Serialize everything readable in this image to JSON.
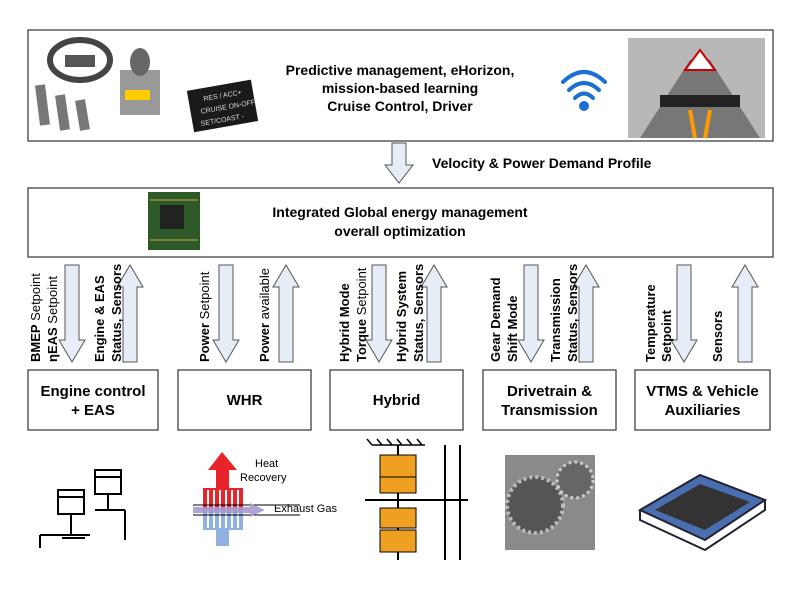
{
  "top": {
    "lines": [
      "Predictive management, eHorizon,",
      "mission-based learning",
      "Cruise Control, Driver"
    ],
    "cruise_panel_text": [
      "RES / ACC+",
      "CRUISE ON-OFF",
      "SET/COAST -"
    ]
  },
  "flow_label": "Velocity & Power Demand Profile",
  "middle": {
    "lines": [
      "Integrated Global energy management",
      "overall optimization"
    ]
  },
  "modules": [
    {
      "name": [
        "Engine control",
        "+ EAS"
      ],
      "down": [
        [
          {
            "t": "BMEP",
            "b": true
          },
          {
            "t": " Setpoint",
            "b": false
          }
        ],
        [
          {
            "t": "ηEAS",
            "b": true
          },
          {
            "t": " Setpoint",
            "b": false
          }
        ]
      ],
      "up": [
        [
          {
            "t": "Engine & EAS",
            "b": true
          }
        ],
        [
          {
            "t": "Status, Sensors",
            "b": true
          }
        ]
      ]
    },
    {
      "name": [
        "WHR"
      ],
      "down": [
        [
          {
            "t": "Power",
            "b": true
          },
          {
            "t": " Setpoint",
            "b": false
          }
        ]
      ],
      "up": [
        [
          {
            "t": "Power",
            "b": true
          },
          {
            "t": " available",
            "b": false
          }
        ]
      ]
    },
    {
      "name": [
        "Hybrid"
      ],
      "down": [
        [
          {
            "t": "Hybrid Mode",
            "b": true
          }
        ],
        [
          {
            "t": "Torque",
            "b": true
          },
          {
            "t": " Setpoint",
            "b": false
          }
        ]
      ],
      "up": [
        [
          {
            "t": "Hybrid System",
            "b": true
          }
        ],
        [
          {
            "t": "Status, Sensors",
            "b": true
          }
        ]
      ]
    },
    {
      "name": [
        "Drivetrain &",
        "Transmission"
      ],
      "down": [
        [
          {
            "t": "Gear Demand",
            "b": true
          }
        ],
        [
          {
            "t": "Shift Mode",
            "b": true
          }
        ]
      ],
      "up": [
        [
          {
            "t": "Transmission",
            "b": true
          }
        ],
        [
          {
            "t": "Status, Sensors",
            "b": true
          }
        ]
      ]
    },
    {
      "name": [
        "VTMS & Vehicle",
        "Auxiliaries"
      ],
      "down": [
        [
          {
            "t": "Temperature",
            "b": true
          }
        ],
        [
          {
            "t": "Setpoint",
            "b": true
          }
        ]
      ],
      "up": [
        [
          {
            "t": "Sensors",
            "b": true
          }
        ]
      ]
    }
  ],
  "whr_figure": {
    "heat_label": [
      "Heat",
      "Recovery"
    ],
    "exhaust_label": "Exhaust Gas"
  },
  "colors": {
    "arrow_fill": "#e6edf6",
    "heat_red": "#e8232a",
    "cool_blue": "#8fb0e0",
    "gear_orange": "#f0a020"
  }
}
